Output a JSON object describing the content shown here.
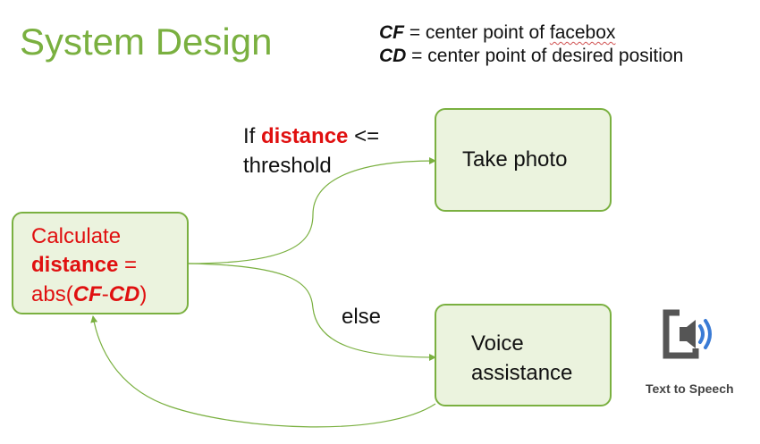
{
  "title": "System Design",
  "legend": [
    {
      "abbr": "CF",
      "text": " = center point of ",
      "text_end": "facebox"
    },
    {
      "abbr": "CD",
      "text": " = center point of desired position"
    }
  ],
  "calc_box": {
    "line1": "Calculate",
    "line2_bold": "distance",
    "line2_rest": " =",
    "line3_a": "abs(",
    "line3_cf": "CF",
    "line3_dash": "-",
    "line3_cd": "CD",
    "line3_end": ")"
  },
  "condition_label": {
    "if": "If",
    "keyword": "distance",
    "op": "<=",
    "line2": "threshold"
  },
  "else_label": "else",
  "photo_box": "Take photo",
  "voice_box": {
    "line1": "Voice",
    "line2": "assistance"
  },
  "tts": {
    "label": "Text to Speech",
    "icon": "speaker-icon"
  },
  "colors": {
    "accent_green": "#7ab040",
    "box_fill": "#ebf3de",
    "highlight_red": "#e01010"
  }
}
